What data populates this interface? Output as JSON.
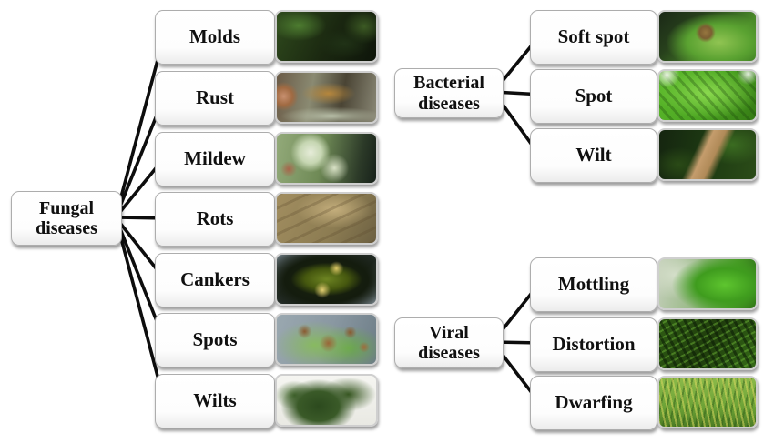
{
  "diagram": {
    "groups": [
      {
        "label": "Fungal diseases",
        "children": [
          {
            "label": "Molds",
            "image": "dark green moldy leaves photo"
          },
          {
            "label": "Rust",
            "image": "hand holding leaf with orange rust patch photo"
          },
          {
            "label": "Mildew",
            "image": "white powdery mildew fuzz on green leaves photo"
          },
          {
            "label": "Rots",
            "image": "brown rotted dry leaf texture photo"
          },
          {
            "label": "Cankers",
            "image": "dark canker-infected yellow-green fruit photo"
          },
          {
            "label": "Spots",
            "image": "green leaves with brown fungal spots photo"
          },
          {
            "label": "Wilts",
            "image": "wilted dark green plant on white background photo"
          }
        ]
      },
      {
        "label": "Bacterial diseases",
        "children": [
          {
            "label": "Soft spot",
            "image": "green fruit with brown soft rot spot photo"
          },
          {
            "label": "Spot",
            "image": "bright green crinkled leaf with bacterial spot photo"
          },
          {
            "label": "Wilt",
            "image": "brown wilted stem among dark green leaves photo"
          }
        ]
      },
      {
        "label": "Viral diseases",
        "children": [
          {
            "label": "Mottling",
            "image": "green leaf with pale mottled patches photo"
          },
          {
            "label": "Distortion",
            "image": "distorted curly dense dark foliage photo"
          },
          {
            "label": "Dwarfing",
            "image": "dwarfed yellowish-green grass blades photo"
          }
        ]
      }
    ]
  }
}
